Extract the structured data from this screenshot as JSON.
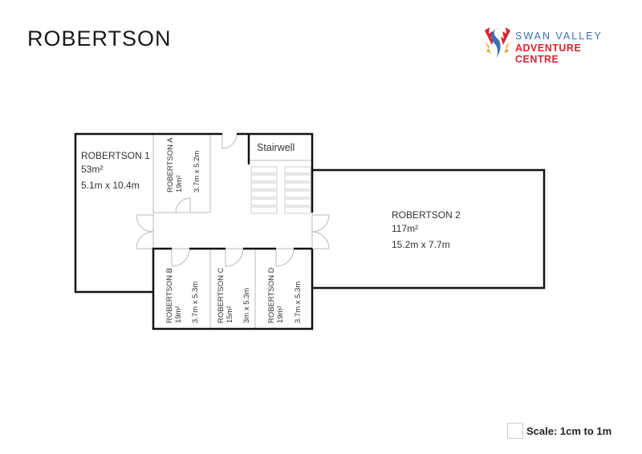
{
  "header": {
    "title": "ROBERTSON"
  },
  "logo": {
    "line1": "SWAN VALLEY",
    "line2": "ADVENTURE CENTRE",
    "colors": {
      "blue": "#3a6fb7",
      "red": "#d7262e",
      "orange": "#f4a21c"
    }
  },
  "rooms": {
    "r1": {
      "name": "ROBERTSON 1",
      "area": "53m²",
      "dims": "5.1m x 10.4m"
    },
    "r2": {
      "name": "ROBERTSON 2",
      "area": "117m²",
      "dims": "15.2m x 7.7m"
    },
    "ra": {
      "name": "ROBERTSON A",
      "area": "19m²",
      "dims": "3.7m x 5.2m"
    },
    "rb": {
      "name": "ROBERTSON B",
      "area": "19m²",
      "dims": "3.7m x 5.3m"
    },
    "rc": {
      "name": "ROBERTSON C",
      "area": "15m²",
      "dims": "3m x 5.3m"
    },
    "rd": {
      "name": "ROBERTSON D",
      "area": "19m²",
      "dims": "3.7m x 5.3m"
    },
    "stair": {
      "name": "Stairwell"
    }
  },
  "legend": {
    "scale": "Scale: 1cm to 1m"
  }
}
